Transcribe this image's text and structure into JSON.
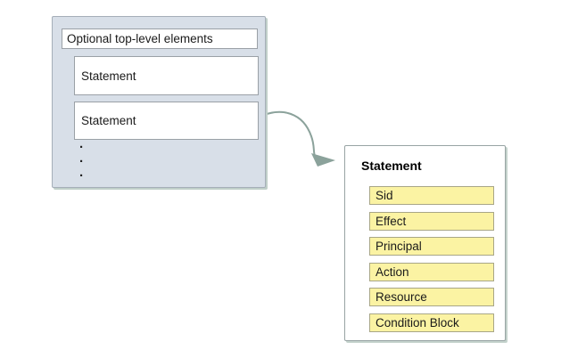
{
  "policy_container": {
    "top_level_label": "Optional top-level elements",
    "statements": [
      "Statement",
      "Statement"
    ],
    "ellipsis_dots": [
      ".",
      ".",
      "."
    ]
  },
  "statement_detail": {
    "title": "Statement",
    "elements": [
      "Sid",
      "Effect",
      "Principal",
      "Action",
      "Resource",
      "Condition Block"
    ]
  },
  "colors": {
    "policy_container_fill": "#d8dfe8",
    "policy_container_border": "#a5aeb8",
    "container_shadow": "#c0cfc9",
    "inner_box_border": "#9aa0a6",
    "detail_box_border": "#98a4a4",
    "element_fill": "#fbf3a3",
    "element_border": "#a8a687",
    "arrow": "#8ba29b",
    "text": "#1a1a1a"
  }
}
